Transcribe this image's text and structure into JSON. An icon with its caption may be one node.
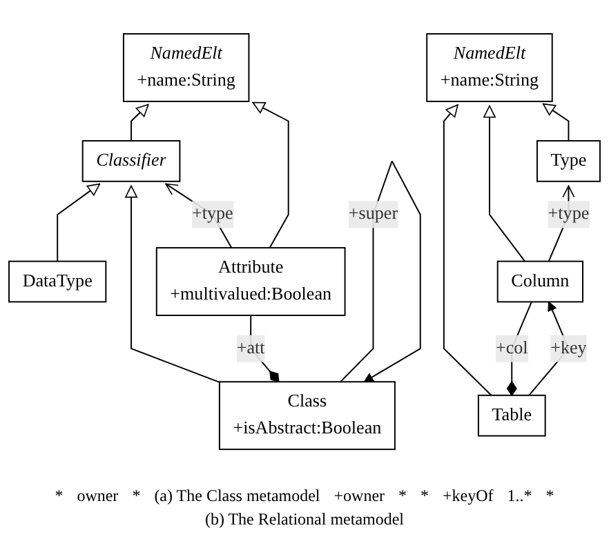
{
  "diagram": {
    "nodes": [
      {
        "text": [
          "NamedElt",
          "+name:String"
        ]
      },
      {
        "text": [
          "Classifier"
        ]
      },
      {
        "text": [
          "DataType"
        ]
      },
      {
        "text": [
          "Class",
          "+isAbstract:Boolean"
        ]
      },
      {
        "text": [
          "Attribute",
          "+multivalued:Boolean"
        ]
      },
      {
        "text": [
          "NamedElt",
          "+name:String"
        ]
      },
      {
        "text": [
          "Table"
        ]
      },
      {
        "text": [
          "Column"
        ]
      },
      {
        "text": [
          "Type"
        ]
      }
    ],
    "edges": [
      {
        "from": 1,
        "to": 0,
        "arrow": "to"
      },
      {
        "from": 4,
        "to": 0,
        "arrow": "to"
      },
      {
        "from": 2,
        "to": 1,
        "arrow": "to"
      },
      {
        "from": 3,
        "to": 1,
        "arrow": "to"
      },
      {
        "from": 4,
        "to": 1,
        "arrow": "to",
        "label": "+type"
      },
      {
        "from": 3,
        "to": 3,
        "arrow": "to",
        "label": "+super"
      },
      {
        "from": 3,
        "to": 4,
        "arrow": "other",
        "label": "+att"
      },
      {
        "from": 6,
        "to": 5,
        "arrow": "to"
      },
      {
        "from": 7,
        "to": 5,
        "arrow": "to"
      },
      {
        "from": 8,
        "to": 5,
        "arrow": "to"
      },
      {
        "from": 6,
        "to": 7,
        "arrow": "other",
        "label": "+col"
      },
      {
        "from": 7,
        "to": 8,
        "arrow": "to",
        "label": "+type"
      },
      {
        "from": 6,
        "to": 7,
        "arrow": "to",
        "label": "+key"
      }
    ],
    "labels": [
      "*",
      "owner",
      "*",
      "(a) The Class metamodel",
      "+owner",
      "*",
      "*",
      "+keyOf",
      "1..*",
      "*",
      "(b) The Relational metamodel"
    ]
  }
}
